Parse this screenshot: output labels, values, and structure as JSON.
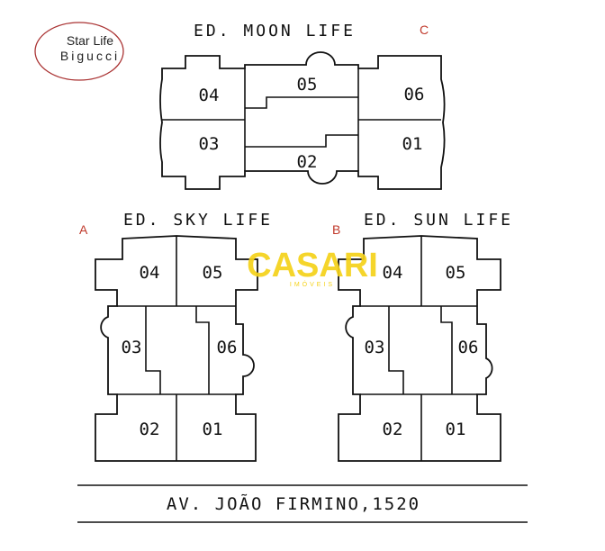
{
  "badge": {
    "line1": "Star Life",
    "line2": "Bigucci"
  },
  "buildings": {
    "moon": {
      "letter": "C",
      "title": "ED. MOON LIFE",
      "units": [
        "04",
        "05",
        "06",
        "03",
        "02",
        "01"
      ]
    },
    "sky": {
      "letter": "A",
      "title": "ED. SKY LIFE",
      "units": [
        "04",
        "05",
        "03",
        "06",
        "02",
        "01"
      ]
    },
    "sun": {
      "letter": "B",
      "title": "ED. SUN LIFE",
      "units": [
        "04",
        "05",
        "03",
        "06",
        "02",
        "01"
      ]
    }
  },
  "street": "AV. JOÃO FIRMINO,1520",
  "watermark": {
    "brand": "CASARI",
    "sub": "IMÓVEIS",
    "color": "#f5d21a"
  },
  "colors": {
    "letters": "#c0392b",
    "lines": "#111111"
  }
}
